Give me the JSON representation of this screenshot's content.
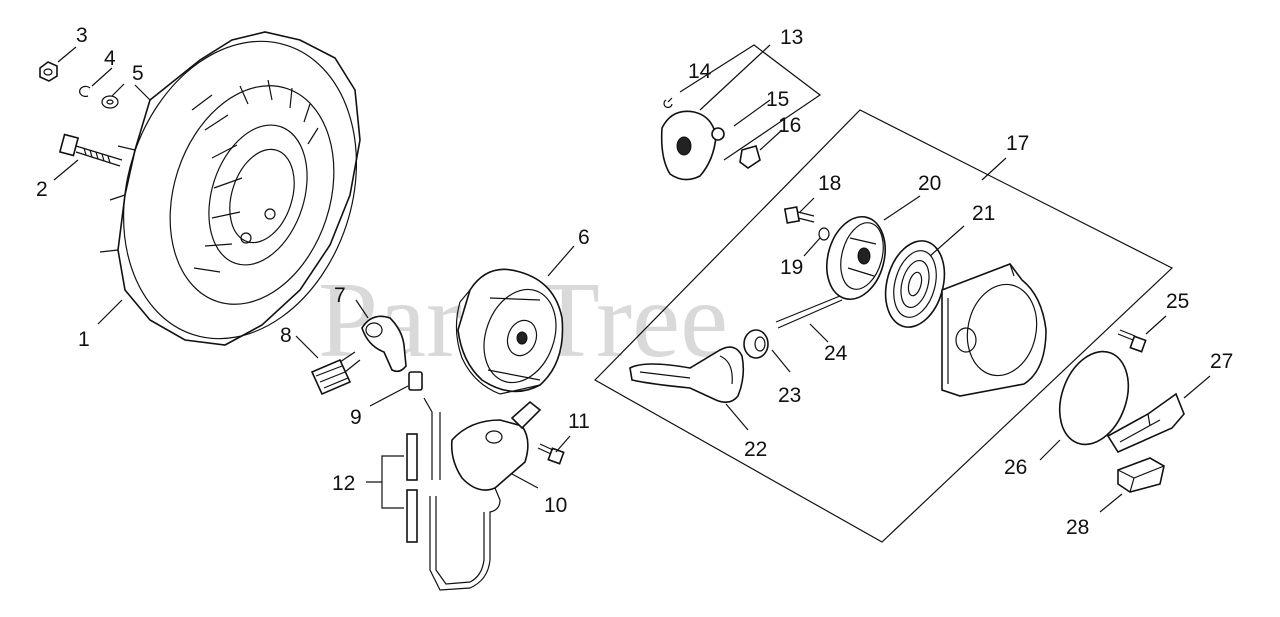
{
  "watermark": "PartsTree",
  "callouts": {
    "c1": "1",
    "c2": "2",
    "c3": "3",
    "c4": "4",
    "c5": "5",
    "c6": "6",
    "c7": "7",
    "c8": "8",
    "c9": "9",
    "c10": "10",
    "c11": "11",
    "c12": "12",
    "c13": "13",
    "c14": "14",
    "c15": "15",
    "c16": "16",
    "c17": "17",
    "c18": "18",
    "c19": "19",
    "c20": "20",
    "c21": "21",
    "c22": "22",
    "c23": "23",
    "c24": "24",
    "c25": "25",
    "c26": "26",
    "c27": "27",
    "c28": "28"
  }
}
